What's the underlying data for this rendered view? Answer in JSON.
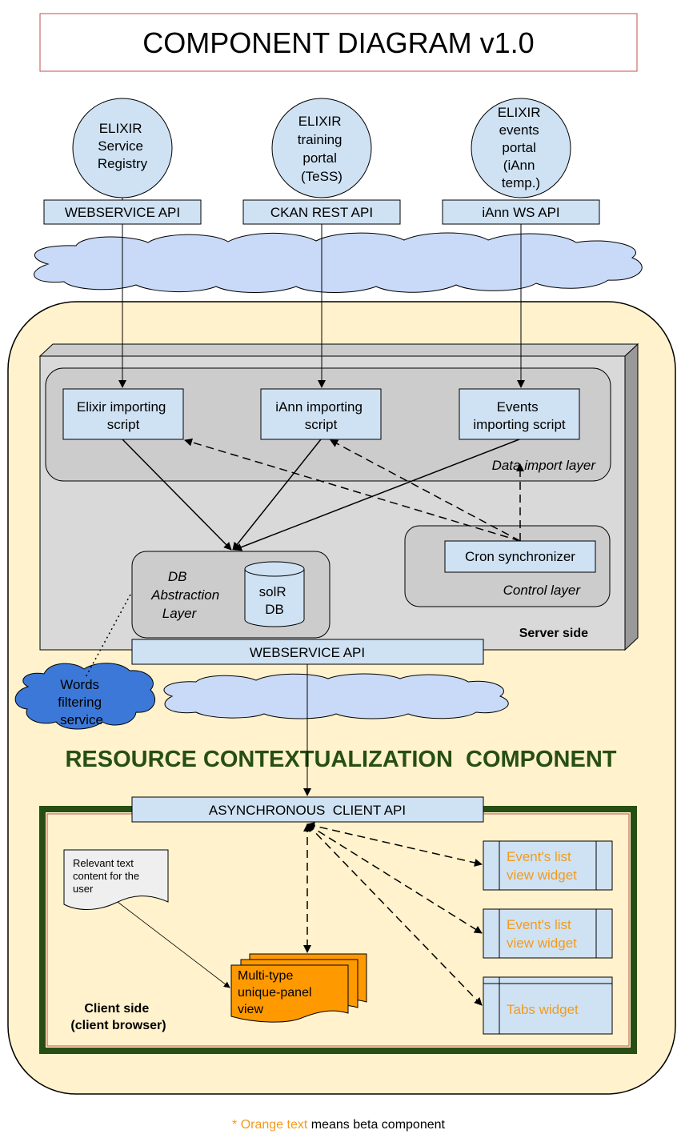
{
  "title": "COMPONENT DIAGRAM v1.0",
  "sources": [
    {
      "lines": [
        "ELIXIR",
        "Service",
        "Registry"
      ],
      "api": "WEBSERVICE API"
    },
    {
      "lines": [
        "ELIXIR",
        "training",
        "portal",
        "(TeSS)"
      ],
      "api": "CKAN REST API"
    },
    {
      "lines": [
        "ELIXIR",
        "events",
        "portal",
        "(iAnn",
        "temp.)"
      ],
      "api": "iAnn WS API"
    }
  ],
  "import_scripts": [
    {
      "lines": [
        "Elixir importing",
        "script"
      ]
    },
    {
      "lines": [
        "iAnn importing",
        "script"
      ]
    },
    {
      "lines": [
        "Events",
        "importing script"
      ]
    }
  ],
  "data_import_layer_label": "Data import layer",
  "cron_label": "Cron synchronizer",
  "control_layer_label": "Control layer",
  "db_abstraction_lines": [
    "DB",
    "Abstraction",
    "Layer"
  ],
  "solr_lines": [
    "solR",
    "DB"
  ],
  "server_side_label": "Server side",
  "webservice_api_label": "WEBSERVICE API",
  "words_filter_lines": [
    "Words",
    "filtering",
    "service"
  ],
  "component_name": "RESOURCE CONTEXTUALIZATION  COMPONENT",
  "client_api_label": "ASYNCHRONOUS  CLIENT API",
  "relevant_text_lines": [
    "Relevant text",
    "content for the",
    "user"
  ],
  "multi_panel_lines": [
    "Multi-type",
    "unique-panel",
    "view"
  ],
  "widgets": [
    {
      "lines": [
        "Event's list",
        "view widget"
      ]
    },
    {
      "lines": [
        "Event's list",
        "view widget"
      ]
    },
    {
      "lines": [
        "Tabs widget"
      ]
    }
  ],
  "client_side_lines": [
    "Client side",
    "(client browser)"
  ],
  "footnote": {
    "star_text": "* Orange text",
    "rest_text": " means beta component"
  },
  "colors": {
    "light_blue": "#cfe2f3",
    "cloud_blue": "#c9daf8",
    "dark_blue": "#3c78d8",
    "cream": "#fff2cc",
    "gray": "#d9d9d9",
    "dark_gray": "#cccccc",
    "green": "#274e13",
    "orange": "#ff9900",
    "orange_text": "#f29b1c"
  }
}
